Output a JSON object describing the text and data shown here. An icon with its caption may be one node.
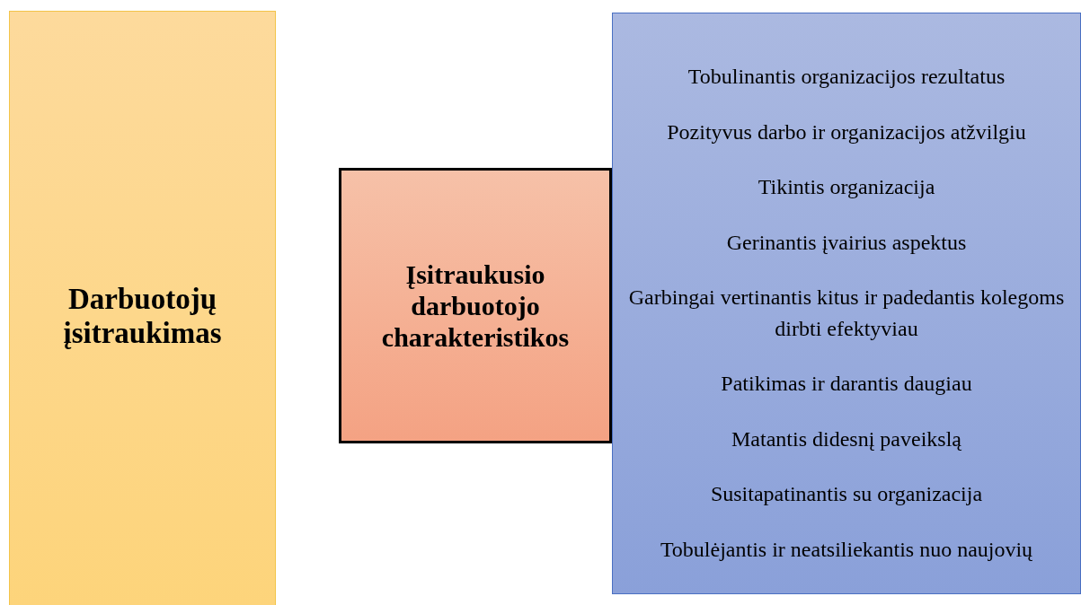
{
  "diagram": {
    "nodes": [
      {
        "text": [
          "Darbuotojų įsitraukimas"
        ]
      },
      {
        "text": [
          "Įsitraukusio darbuotojo charakteristikos"
        ]
      },
      {
        "text": [
          "Tobulinantis organizacijos rezultatus",
          "Pozityvus darbo ir organizacijos atžvilgiu",
          "Tikintis organizacija",
          "Gerinantis įvairius aspektus",
          "Garbingai vertinantis kitus ir padedantis kolegoms dirbti efektyviau",
          "Patikimas ir darantis daugiau",
          "Matantis didesnį paveikslą",
          "Susitapatinantis su organizacija",
          "Tobulėjantis ir neatsiliekantis nuo naujovių"
        ]
      }
    ]
  }
}
